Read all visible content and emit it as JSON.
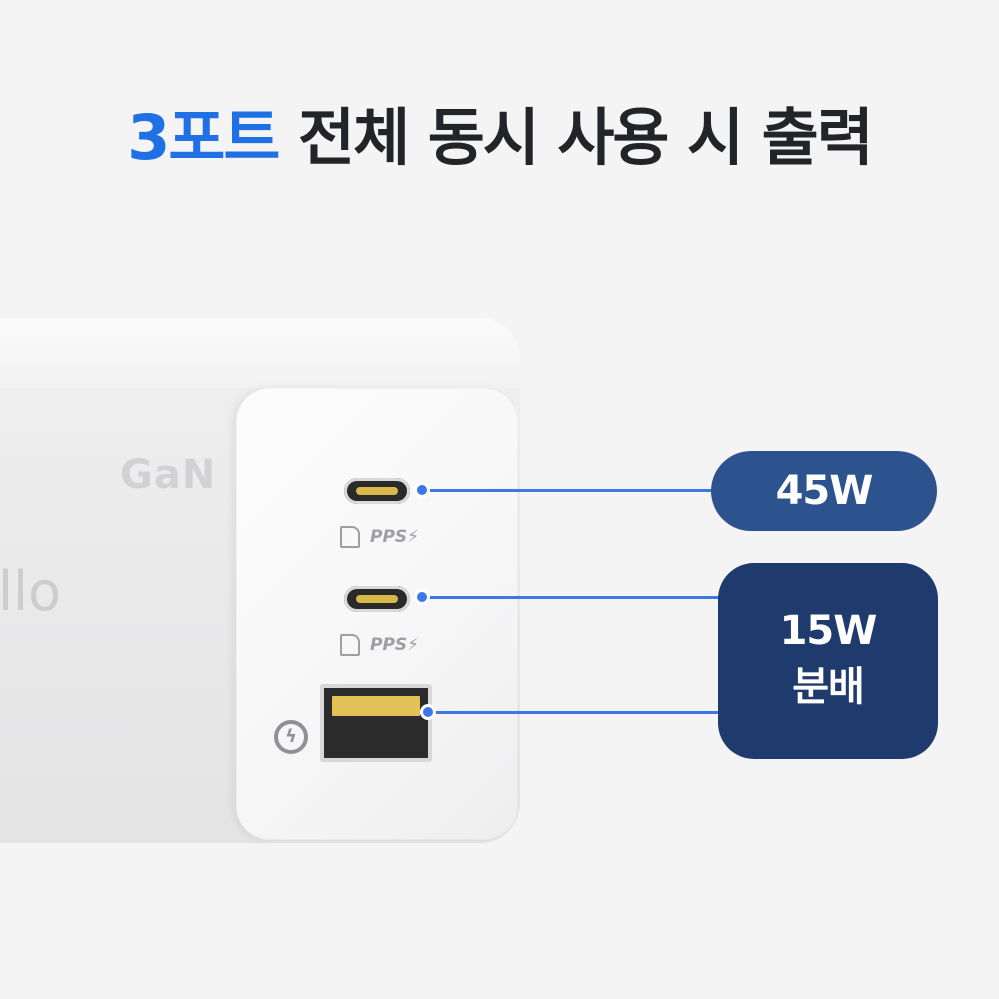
{
  "headline": {
    "accent": "3포트",
    "rest": " 전체 동시 사용 시 출력"
  },
  "charger": {
    "side_label": "GaN",
    "brand_partial": "llo",
    "ports": [
      {
        "type": "USB-C",
        "logo": "PPS"
      },
      {
        "type": "USB-C",
        "logo": "PPS"
      },
      {
        "type": "USB-A",
        "icon": "quick-charge-icon"
      }
    ]
  },
  "badges": {
    "top": "45W",
    "bottom_line1": "15W",
    "bottom_line2": "분배"
  },
  "colors": {
    "accent": "#1f6fe5",
    "line": "#3b78e7",
    "badge_top": "#2d538f",
    "badge_bottom": "#1f3b6d"
  }
}
